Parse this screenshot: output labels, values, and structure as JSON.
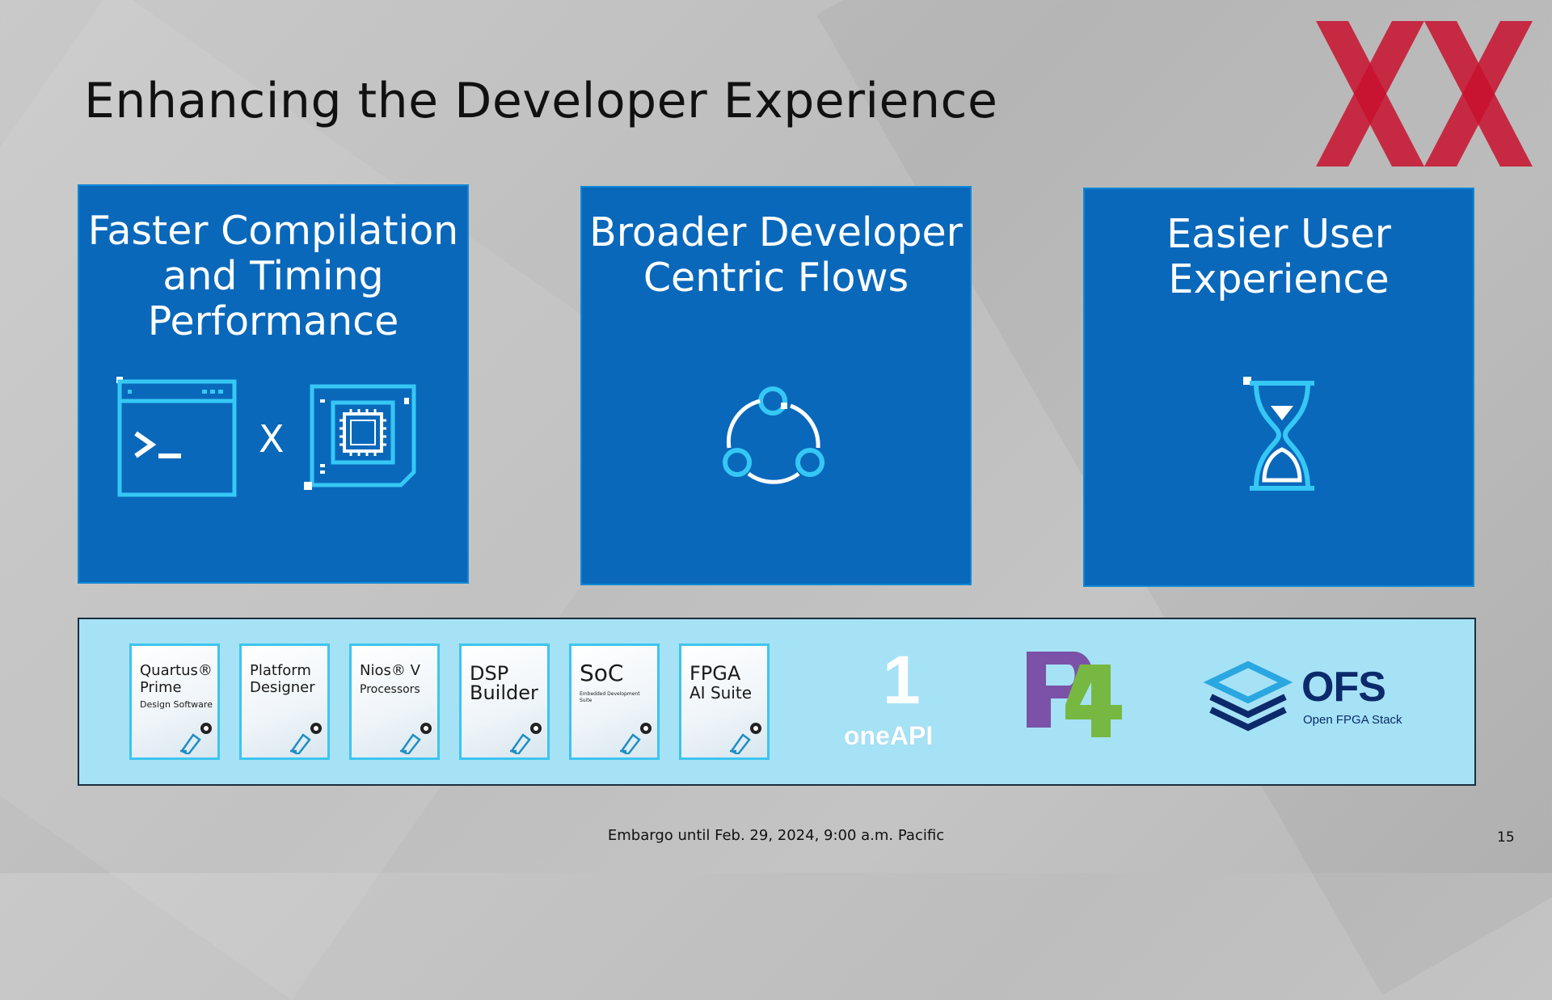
{
  "slide": {
    "title": "Enhancing the Developer Experience",
    "footer": "Embargo until Feb. 29, 2024, 9:00 a.m. Pacific",
    "page_number": "15"
  },
  "cards": [
    {
      "title": "Faster Compilation and Timing Performance",
      "lines": [
        "Faster Compilation",
        "and Timing",
        "Performance"
      ],
      "icon": "terminal-x-chip-icon",
      "separator": "X"
    },
    {
      "title": "Broader Developer Centric Flows",
      "lines": [
        "Broader Developer",
        "Centric Flows"
      ],
      "icon": "flow-cycle-icon"
    },
    {
      "title": "Easier User Experience",
      "lines": [
        "Easier User",
        "Experience"
      ],
      "icon": "hourglass-icon"
    }
  ],
  "tools": [
    {
      "line1": "Quartus®",
      "line2": "Prime",
      "sub": "Design Software"
    },
    {
      "line1": "Platform",
      "line2": "Designer",
      "sub": ""
    },
    {
      "line1": "Nios® V",
      "line2": "",
      "sub": "Processors"
    },
    {
      "line1": "DSP",
      "line2": "Builder",
      "sub": ""
    },
    {
      "line1": "SoC",
      "line2": "",
      "sub": "Embedded Development Suite"
    },
    {
      "line1": "FPGA",
      "line2": "AI Suite",
      "sub": ""
    }
  ],
  "logos": {
    "oneapi": {
      "digit": "1",
      "text": "oneAPI"
    },
    "p4": "P4",
    "ofs": {
      "name": "OFS",
      "subtitle": "Open FPGA Stack"
    }
  },
  "colors": {
    "card_blue": "#0a68bb",
    "strip_bg": "#a6e2f6",
    "icon_cyan": "#35c8f5",
    "watermark_red": "#c8102e",
    "ofs_navy": "#0c2a6b"
  }
}
